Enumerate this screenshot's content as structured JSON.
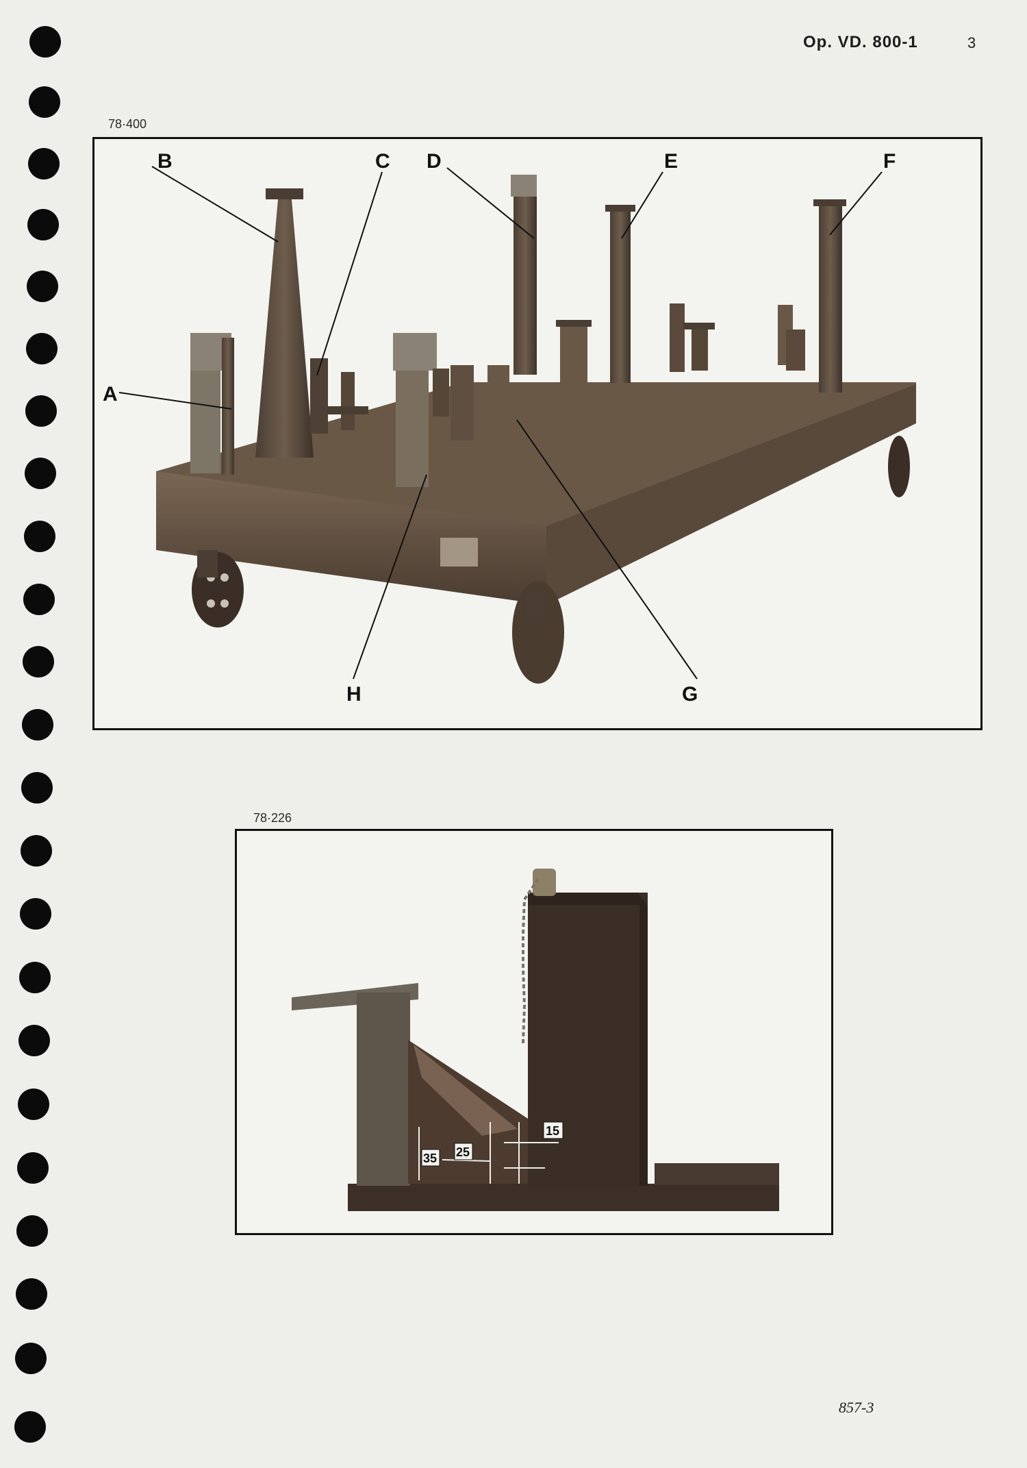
{
  "header": {
    "reference": "Op. VD. 800-1",
    "page_number": "3"
  },
  "figure_top": {
    "code": "78·400",
    "callouts": [
      "A",
      "B",
      "C",
      "D",
      "E",
      "F",
      "G",
      "H"
    ]
  },
  "figure_bottom": {
    "code": "78·226",
    "dimensions": [
      "35",
      "25",
      "15"
    ]
  },
  "footer": {
    "code": "857-3"
  }
}
